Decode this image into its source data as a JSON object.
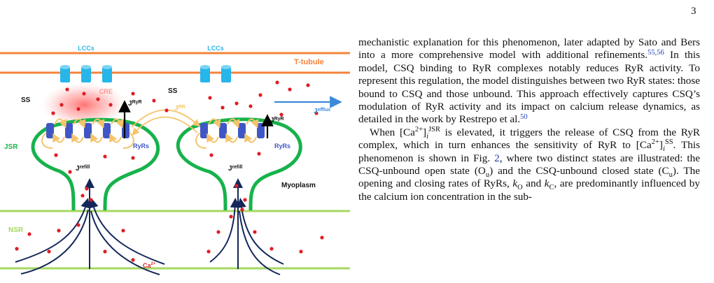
{
  "page_number": "3",
  "colors": {
    "tubule": "#f4843c",
    "channel": "#26b6e9",
    "ryr_block": "#3f56c6",
    "sr_membrane": "#17b24b",
    "nsr": "#a6d861",
    "arrow": "#f5c46b",
    "navy": "#14275a",
    "calcium": "#e01e24",
    "efflux": "#3b8ad9"
  },
  "figure": {
    "lcc_left": "LCCs",
    "lcc_right": "LCCs",
    "t_tubule": "T-tubule",
    "ss_left": "SS",
    "ss_right": "SS",
    "cre": "CRE",
    "j_ryr_main": "J",
    "j_ryr_sub": "RyR",
    "j_rr_main": "J",
    "j_rr_sub": "RR",
    "j_ryr2_main": "J",
    "j_ryr2_sub": "RyR",
    "j_efflux_main": "J",
    "j_efflux_sub": "efflux",
    "jsr": "JSR",
    "ryrs_left": "RyRs",
    "ryrs_right": "RyRs",
    "j_refill_left_main": "J",
    "j_refill_left_sub": "refill",
    "j_refill_right_main": "J",
    "j_refill_right_sub": "refill",
    "myoplasm": "Myoplasm",
    "nsr": "NSR",
    "ca_main": "Ca",
    "ca_sup": "2+"
  },
  "text": {
    "p1_a": "mechanistic explanation for this phenomenon, later adapted by Sato and Bers into a more comprehensive model with additional refinements.",
    "p1_cite1": "55,56",
    "p1_b": " In this model, CSQ binding to RyR complexes notably reduces RyR activity. To represent this regulation, the model distinguishes between two RyR states: those bound to CSQ and those unbound. This approach effectively captures CSQ’s modulation of RyR activity and its impact on calcium release dynamics, as detailed in the work by Restrepo et al.",
    "p1_cite2": "50",
    "p2_a": "When [Ca",
    "p2_sup1": "2+",
    "p2_b": "]",
    "p2_sub1": "i",
    "p2_sup2": "JSR",
    "p2_c": " is elevated, it triggers the release of CSQ from the RyR complex, which in turn enhances the sensitivity of RyR to [Ca",
    "p2_sup3": "2+",
    "p2_d": "]",
    "p2_sub2": "i",
    "p2_sup4": "SS",
    "p2_e": ". This phenomenon is shown in Fig. ",
    "p2_figref": "2",
    "p2_f": ", where two distinct states are illustrated: the CSQ-unbound open state (O",
    "p2_sub3": "u",
    "p2_g": ") and the CSQ-unbound closed state (C",
    "p2_sub4": "u",
    "p2_h": "). The opening and closing rates of RyRs, ",
    "p2_k1": "k",
    "p2_sub5": "O",
    "p2_i": " and ",
    "p2_k2": "k",
    "p2_sub6": "C",
    "p2_j": ", are predominantly influenced by the calcium ion concentration in the sub-"
  }
}
